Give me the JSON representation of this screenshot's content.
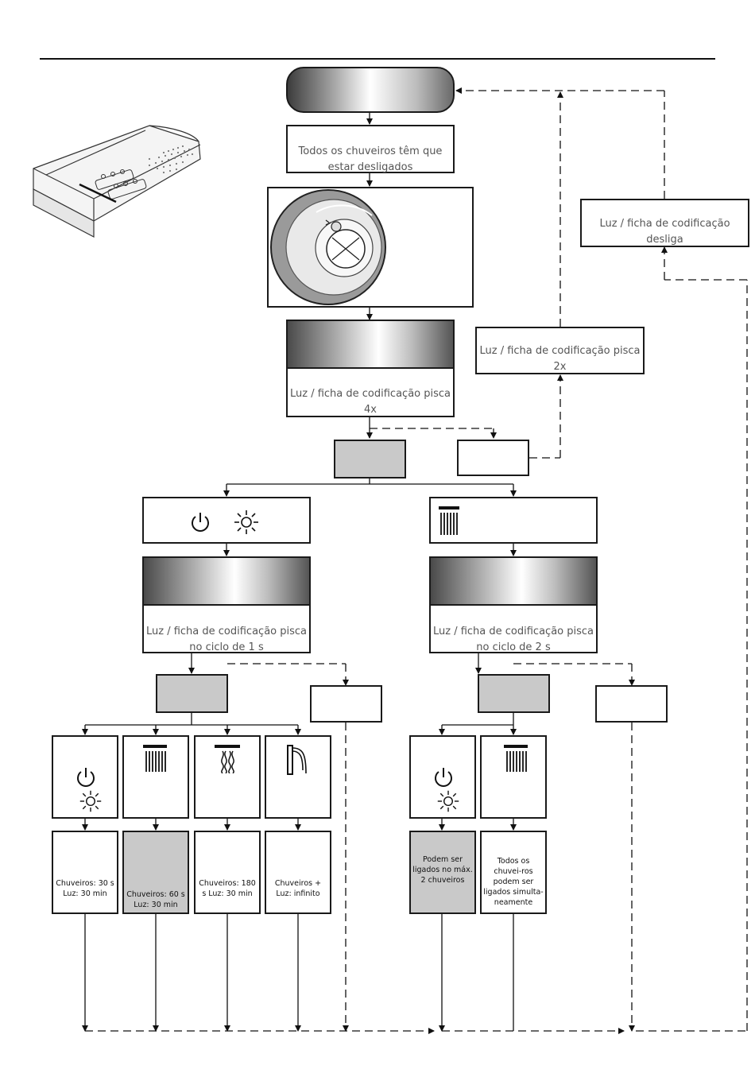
{
  "labels": {
    "all_off": "Todos os chuveiros têm que estar desligados",
    "blinks_4x": "Luz / ficha de codificação pisca 4x",
    "blinks_2x": "Luz / ficha de codificação pisca 2x",
    "switches_off": "Luz / ficha de codificação desliga",
    "cycle_1s": "Luz / ficha de codificação pisca no ciclo de 1 s",
    "cycle_2s": "Luz / ficha de codificação pisca no ciclo de 2 s"
  },
  "results": {
    "r1": "Chuveiros: 30 s Luz: 30 min",
    "r2": "Chuveiros: 60 s Luz: 30 min",
    "r3": "Chuveiros: 180 s Luz: 30 min",
    "r4": "Chuveiros + Luz: infinito",
    "r5": "Podem ser ligados no máx. 2 chuveiros",
    "r6": "Todos os chuvei-ros podem ser ligados simulta-neamente"
  },
  "icons": [
    "power-icon",
    "light-icon",
    "rain-shower-icon",
    "body-jet-icon",
    "waterfall-icon",
    "shower-panel-illustration",
    "control-knob-illustration"
  ]
}
